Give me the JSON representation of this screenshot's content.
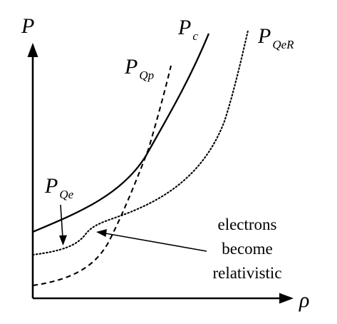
{
  "axes": {
    "y_label": "P",
    "x_label": "ρ"
  },
  "curves": [
    {
      "id": "Pc",
      "symbol": "P",
      "subscript": "c",
      "style": "solid"
    },
    {
      "id": "PQp",
      "symbol": "P",
      "subscript": "Qp",
      "style": "dashed"
    },
    {
      "id": "PQeR",
      "symbol": "P",
      "subscript": "QeR",
      "style": "dotted"
    },
    {
      "id": "PQe",
      "symbol": "P",
      "subscript": "Qe",
      "style": "dotted"
    }
  ],
  "annotation": {
    "lines": [
      "electrons",
      "become",
      "relativistic"
    ]
  }
}
